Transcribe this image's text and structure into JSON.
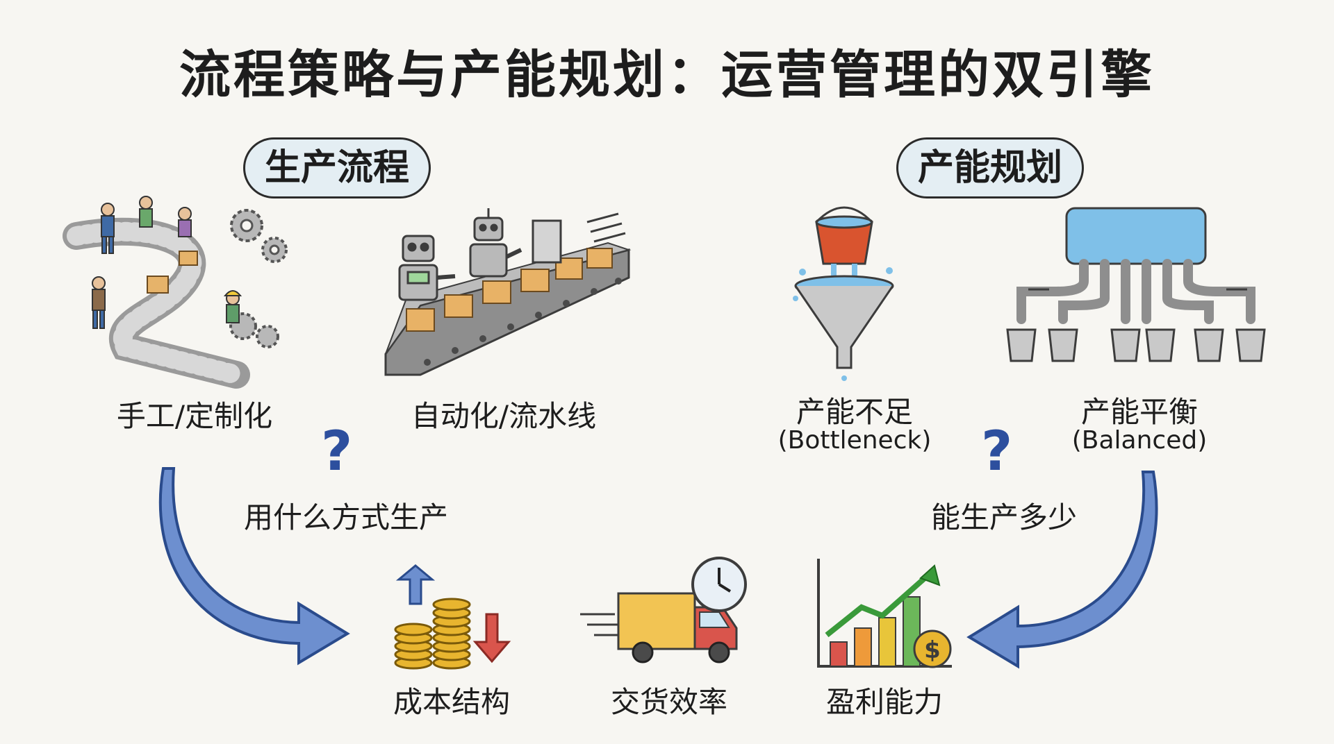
{
  "title": "流程策略与产能规划：运营管理的双引擎",
  "left": {
    "heading": "生产流程",
    "option1": "手工/定制化",
    "option2": "自动化/流水线",
    "question": "用什么方式生产"
  },
  "right": {
    "heading": "产能规划",
    "option1": "产能不足",
    "option1_en": "(Bottleneck)",
    "option2": "产能平衡",
    "option2_en": "(Balanced)",
    "question": "能生产多少"
  },
  "outcomes": {
    "cost": "成本结构",
    "delivery": "交货效率",
    "profit": "盈利能力"
  },
  "question_mark": "?",
  "dollar": "$",
  "colors": {
    "arrow_blue": "#6d8fcf",
    "pill_bg": "#e4eef3",
    "coin": "#e8b52f",
    "truck": "#f2c453",
    "water": "#7fc0e8",
    "bucket": "#d9542f"
  }
}
